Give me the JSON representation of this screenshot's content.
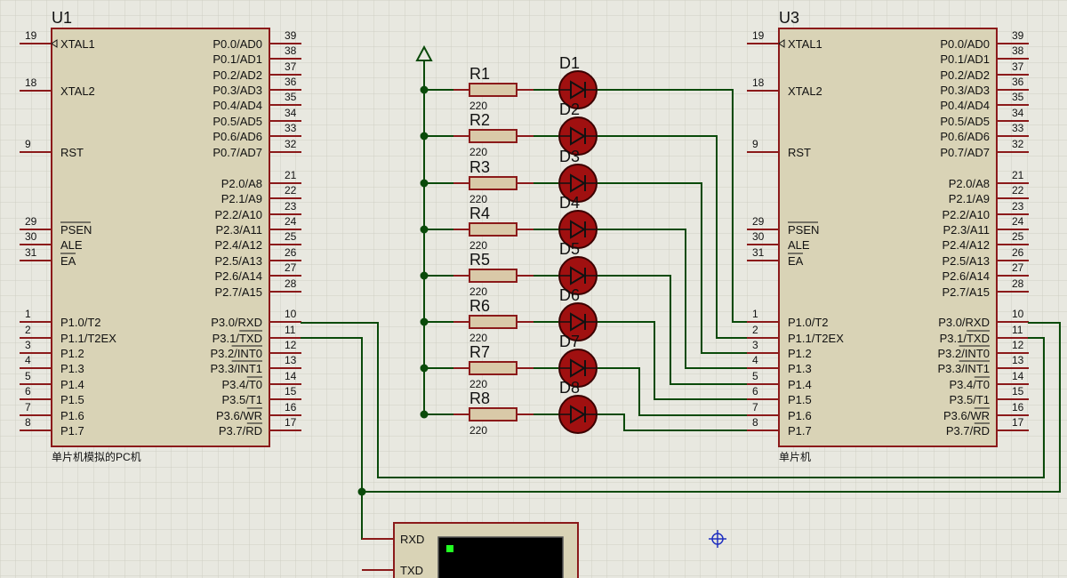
{
  "u1": {
    "ref": "U1",
    "subtitle": "单片机模拟的PC机",
    "left_pins": [
      {
        "num": "19",
        "label": "XTAL1"
      },
      {
        "num": "18",
        "label": "XTAL2"
      },
      {
        "num": "9",
        "label": "RST"
      },
      {
        "num": "29",
        "label": "PSEN"
      },
      {
        "num": "30",
        "label": "ALE"
      },
      {
        "num": "31",
        "label": "EA"
      },
      {
        "num": "1",
        "label": "P1.0/T2"
      },
      {
        "num": "2",
        "label": "P1.1/T2EX"
      },
      {
        "num": "3",
        "label": "P1.2"
      },
      {
        "num": "4",
        "label": "P1.3"
      },
      {
        "num": "5",
        "label": "P1.4"
      },
      {
        "num": "6",
        "label": "P1.5"
      },
      {
        "num": "7",
        "label": "P1.6"
      },
      {
        "num": "8",
        "label": "P1.7"
      }
    ],
    "right_pins": [
      {
        "num": "39",
        "label": "P0.0/AD0"
      },
      {
        "num": "38",
        "label": "P0.1/AD1"
      },
      {
        "num": "37",
        "label": "P0.2/AD2"
      },
      {
        "num": "36",
        "label": "P0.3/AD3"
      },
      {
        "num": "35",
        "label": "P0.4/AD4"
      },
      {
        "num": "34",
        "label": "P0.5/AD5"
      },
      {
        "num": "33",
        "label": "P0.6/AD6"
      },
      {
        "num": "32",
        "label": "P0.7/AD7"
      },
      {
        "num": "21",
        "label": "P2.0/A8"
      },
      {
        "num": "22",
        "label": "P2.1/A9"
      },
      {
        "num": "23",
        "label": "P2.2/A10"
      },
      {
        "num": "24",
        "label": "P2.3/A11"
      },
      {
        "num": "25",
        "label": "P2.4/A12"
      },
      {
        "num": "26",
        "label": "P2.5/A13"
      },
      {
        "num": "27",
        "label": "P2.6/A14"
      },
      {
        "num": "28",
        "label": "P2.7/A15"
      },
      {
        "num": "10",
        "label": "P3.0/RXD"
      },
      {
        "num": "11",
        "label": "P3.1/TXD"
      },
      {
        "num": "12",
        "label": "P3.2/INT0"
      },
      {
        "num": "13",
        "label": "P3.3/INT1"
      },
      {
        "num": "14",
        "label": "P3.4/T0"
      },
      {
        "num": "15",
        "label": "P3.5/T1"
      },
      {
        "num": "16",
        "label": "P3.6/WR"
      },
      {
        "num": "17",
        "label": "P3.7/RD"
      }
    ]
  },
  "u3": {
    "ref": "U3",
    "subtitle": "单片机",
    "left_pins": [
      {
        "num": "19",
        "label": "XTAL1"
      },
      {
        "num": "18",
        "label": "XTAL2"
      },
      {
        "num": "9",
        "label": "RST"
      },
      {
        "num": "29",
        "label": "PSEN"
      },
      {
        "num": "30",
        "label": "ALE"
      },
      {
        "num": "31",
        "label": "EA"
      },
      {
        "num": "1",
        "label": "P1.0/T2"
      },
      {
        "num": "2",
        "label": "P1.1/T2EX"
      },
      {
        "num": "3",
        "label": "P1.2"
      },
      {
        "num": "4",
        "label": "P1.3"
      },
      {
        "num": "5",
        "label": "P1.4"
      },
      {
        "num": "6",
        "label": "P1.5"
      },
      {
        "num": "7",
        "label": "P1.6"
      },
      {
        "num": "8",
        "label": "P1.7"
      }
    ],
    "right_pins": [
      {
        "num": "39",
        "label": "P0.0/AD0"
      },
      {
        "num": "38",
        "label": "P0.1/AD1"
      },
      {
        "num": "37",
        "label": "P0.2/AD2"
      },
      {
        "num": "36",
        "label": "P0.3/AD3"
      },
      {
        "num": "35",
        "label": "P0.4/AD4"
      },
      {
        "num": "34",
        "label": "P0.5/AD5"
      },
      {
        "num": "33",
        "label": "P0.6/AD6"
      },
      {
        "num": "32",
        "label": "P0.7/AD7"
      },
      {
        "num": "21",
        "label": "P2.0/A8"
      },
      {
        "num": "22",
        "label": "P2.1/A9"
      },
      {
        "num": "23",
        "label": "P2.2/A10"
      },
      {
        "num": "24",
        "label": "P2.3/A11"
      },
      {
        "num": "25",
        "label": "P2.4/A12"
      },
      {
        "num": "26",
        "label": "P2.5/A13"
      },
      {
        "num": "27",
        "label": "P2.6/A14"
      },
      {
        "num": "28",
        "label": "P2.7/A15"
      },
      {
        "num": "10",
        "label": "P3.0/RXD"
      },
      {
        "num": "11",
        "label": "P3.1/TXD"
      },
      {
        "num": "12",
        "label": "P3.2/INT0"
      },
      {
        "num": "13",
        "label": "P3.3/INT1"
      },
      {
        "num": "14",
        "label": "P3.4/T0"
      },
      {
        "num": "15",
        "label": "P3.5/T1"
      },
      {
        "num": "16",
        "label": "P3.6/WR"
      },
      {
        "num": "17",
        "label": "P3.7/RD"
      }
    ]
  },
  "resistors": [
    {
      "ref": "R1",
      "value": "220"
    },
    {
      "ref": "R2",
      "value": "220"
    },
    {
      "ref": "R3",
      "value": "220"
    },
    {
      "ref": "R4",
      "value": "220"
    },
    {
      "ref": "R5",
      "value": "220"
    },
    {
      "ref": "R6",
      "value": "220"
    },
    {
      "ref": "R7",
      "value": "220"
    },
    {
      "ref": "R8",
      "value": "220"
    }
  ],
  "leds": [
    {
      "ref": "D1"
    },
    {
      "ref": "D2"
    },
    {
      "ref": "D3"
    },
    {
      "ref": "D4"
    },
    {
      "ref": "D5"
    },
    {
      "ref": "D6"
    },
    {
      "ref": "D7"
    },
    {
      "ref": "D8"
    }
  ],
  "terminal": {
    "rxd_label": "RXD",
    "txd_label": "TXD"
  },
  "colors": {
    "pin": "#8b1a1a",
    "wire": "#0a4a0a",
    "chip_fill": "#d9d3b6",
    "led": "#a01010",
    "grid": "#cfcfc4"
  }
}
